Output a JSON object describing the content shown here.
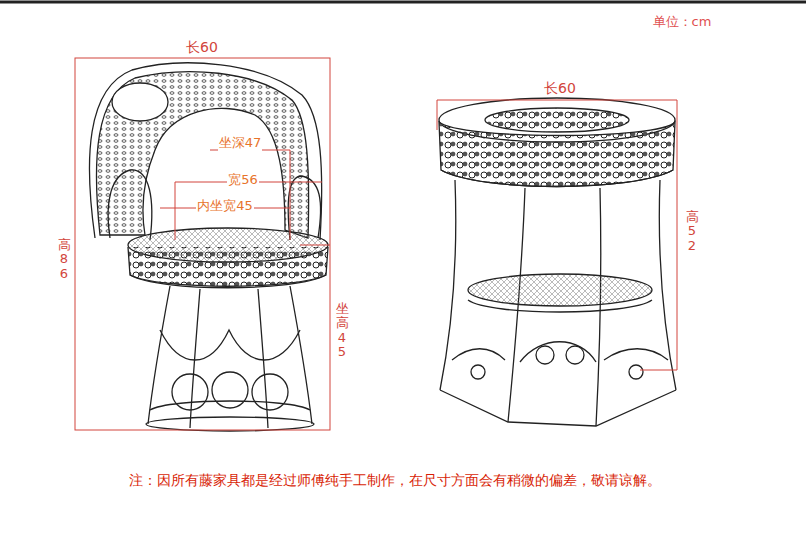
{
  "diagram": {
    "labels": [
      "单位：cm",
      "长60",
      "高86",
      "坐深47",
      "宽56",
      "内坐宽45",
      "坐高45",
      "长60",
      "高52",
      "注：因所有藤家具都是经过师傅纯手工制作，在尺寸方面会有稍微的偏差，敬请谅解。"
    ]
  }
}
